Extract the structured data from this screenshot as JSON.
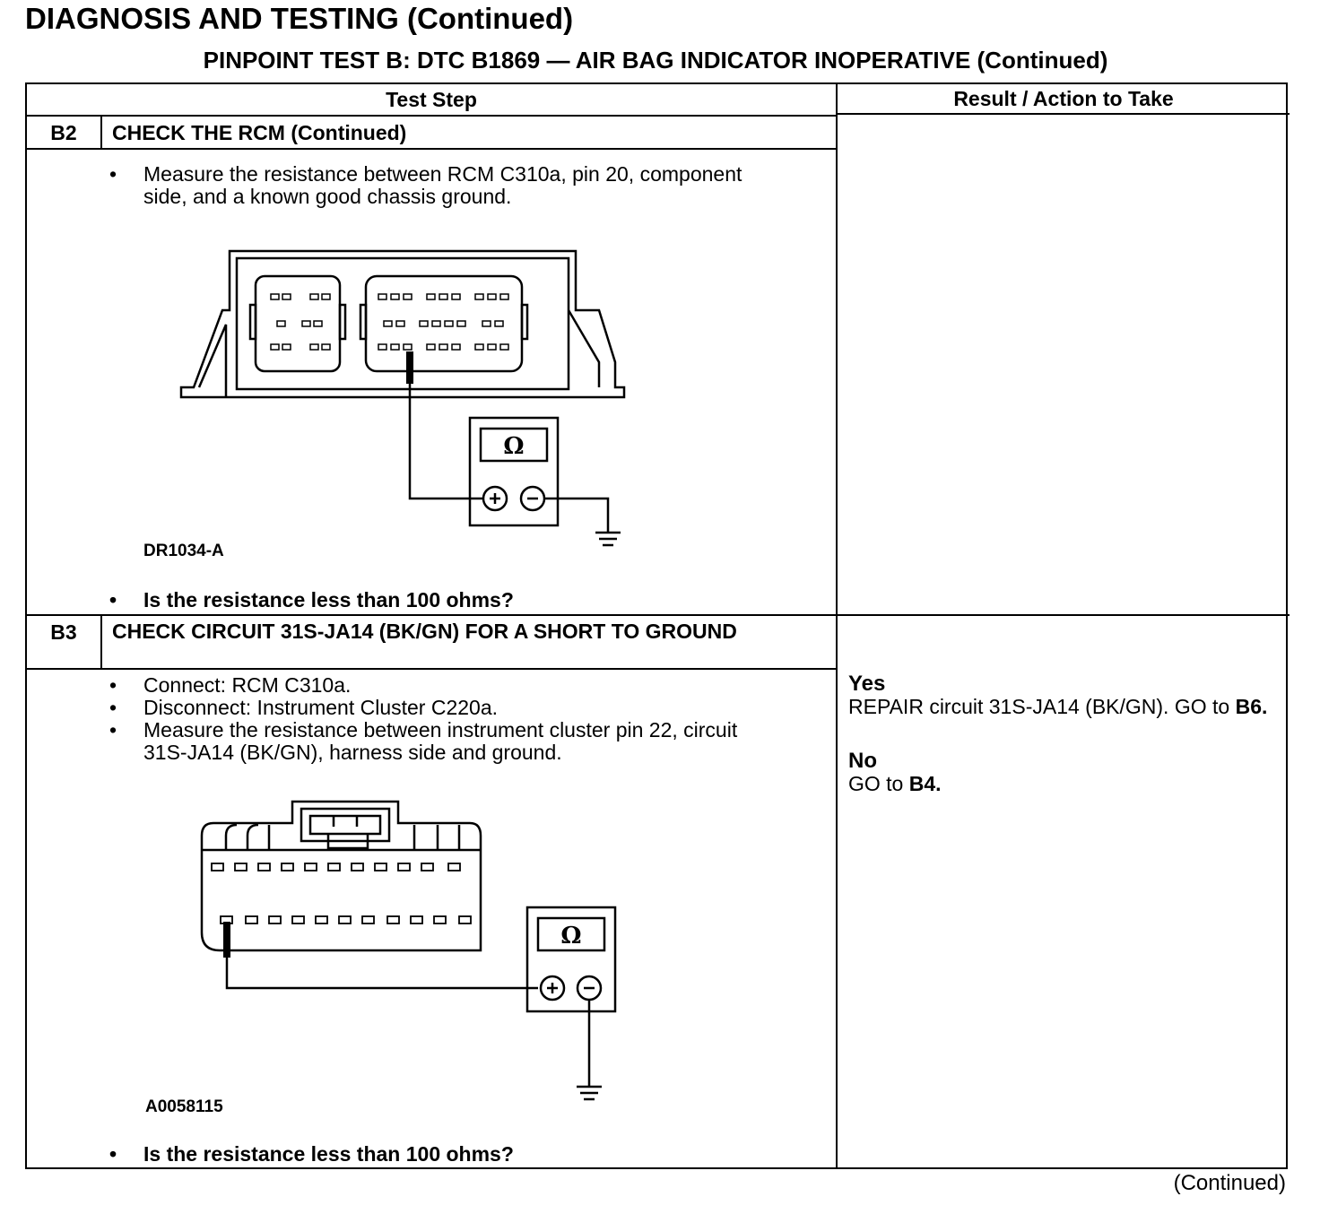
{
  "page": {
    "heading": "DIAGNOSIS AND TESTING (Continued)",
    "test_title": "PINPOINT TEST B: DTC B1869 — AIR BAG INDICATOR INOPERATIVE (Continued)",
    "continued": "(Continued)"
  },
  "table": {
    "col_test_step": "Test Step",
    "col_result": "Result / Action to Take"
  },
  "steps": [
    {
      "id": "B2",
      "title": "CHECK THE RCM (Continued)",
      "actions": [
        "Measure the resistance between RCM C310a, pin 20, component side, and a known good chassis ground."
      ],
      "figure_id": "DR1034-A",
      "question": "Is the resistance less than 100 ohms?",
      "meter_symbol": "Ω"
    },
    {
      "id": "B3",
      "title": "CHECK CIRCUIT 31S-JA14 (BK/GN) FOR A SHORT TO GROUND",
      "actions": [
        "Connect: RCM C310a.",
        "Disconnect: Instrument Cluster C220a.",
        "Measure the resistance between instrument cluster pin 22, circuit 31S-JA14 (BK/GN), harness side and ground."
      ],
      "figure_id": "A0058115",
      "question": "Is the resistance less than 100 ohms?",
      "meter_symbol": "Ω",
      "result": {
        "yes_label": "Yes",
        "yes_text": "REPAIR circuit 31S-JA14 (BK/GN). GO to",
        "yes_goto": "B6",
        "no_label": "No",
        "no_text": "GO to",
        "no_goto": "B4"
      }
    }
  ],
  "bullet_glyph": "•"
}
